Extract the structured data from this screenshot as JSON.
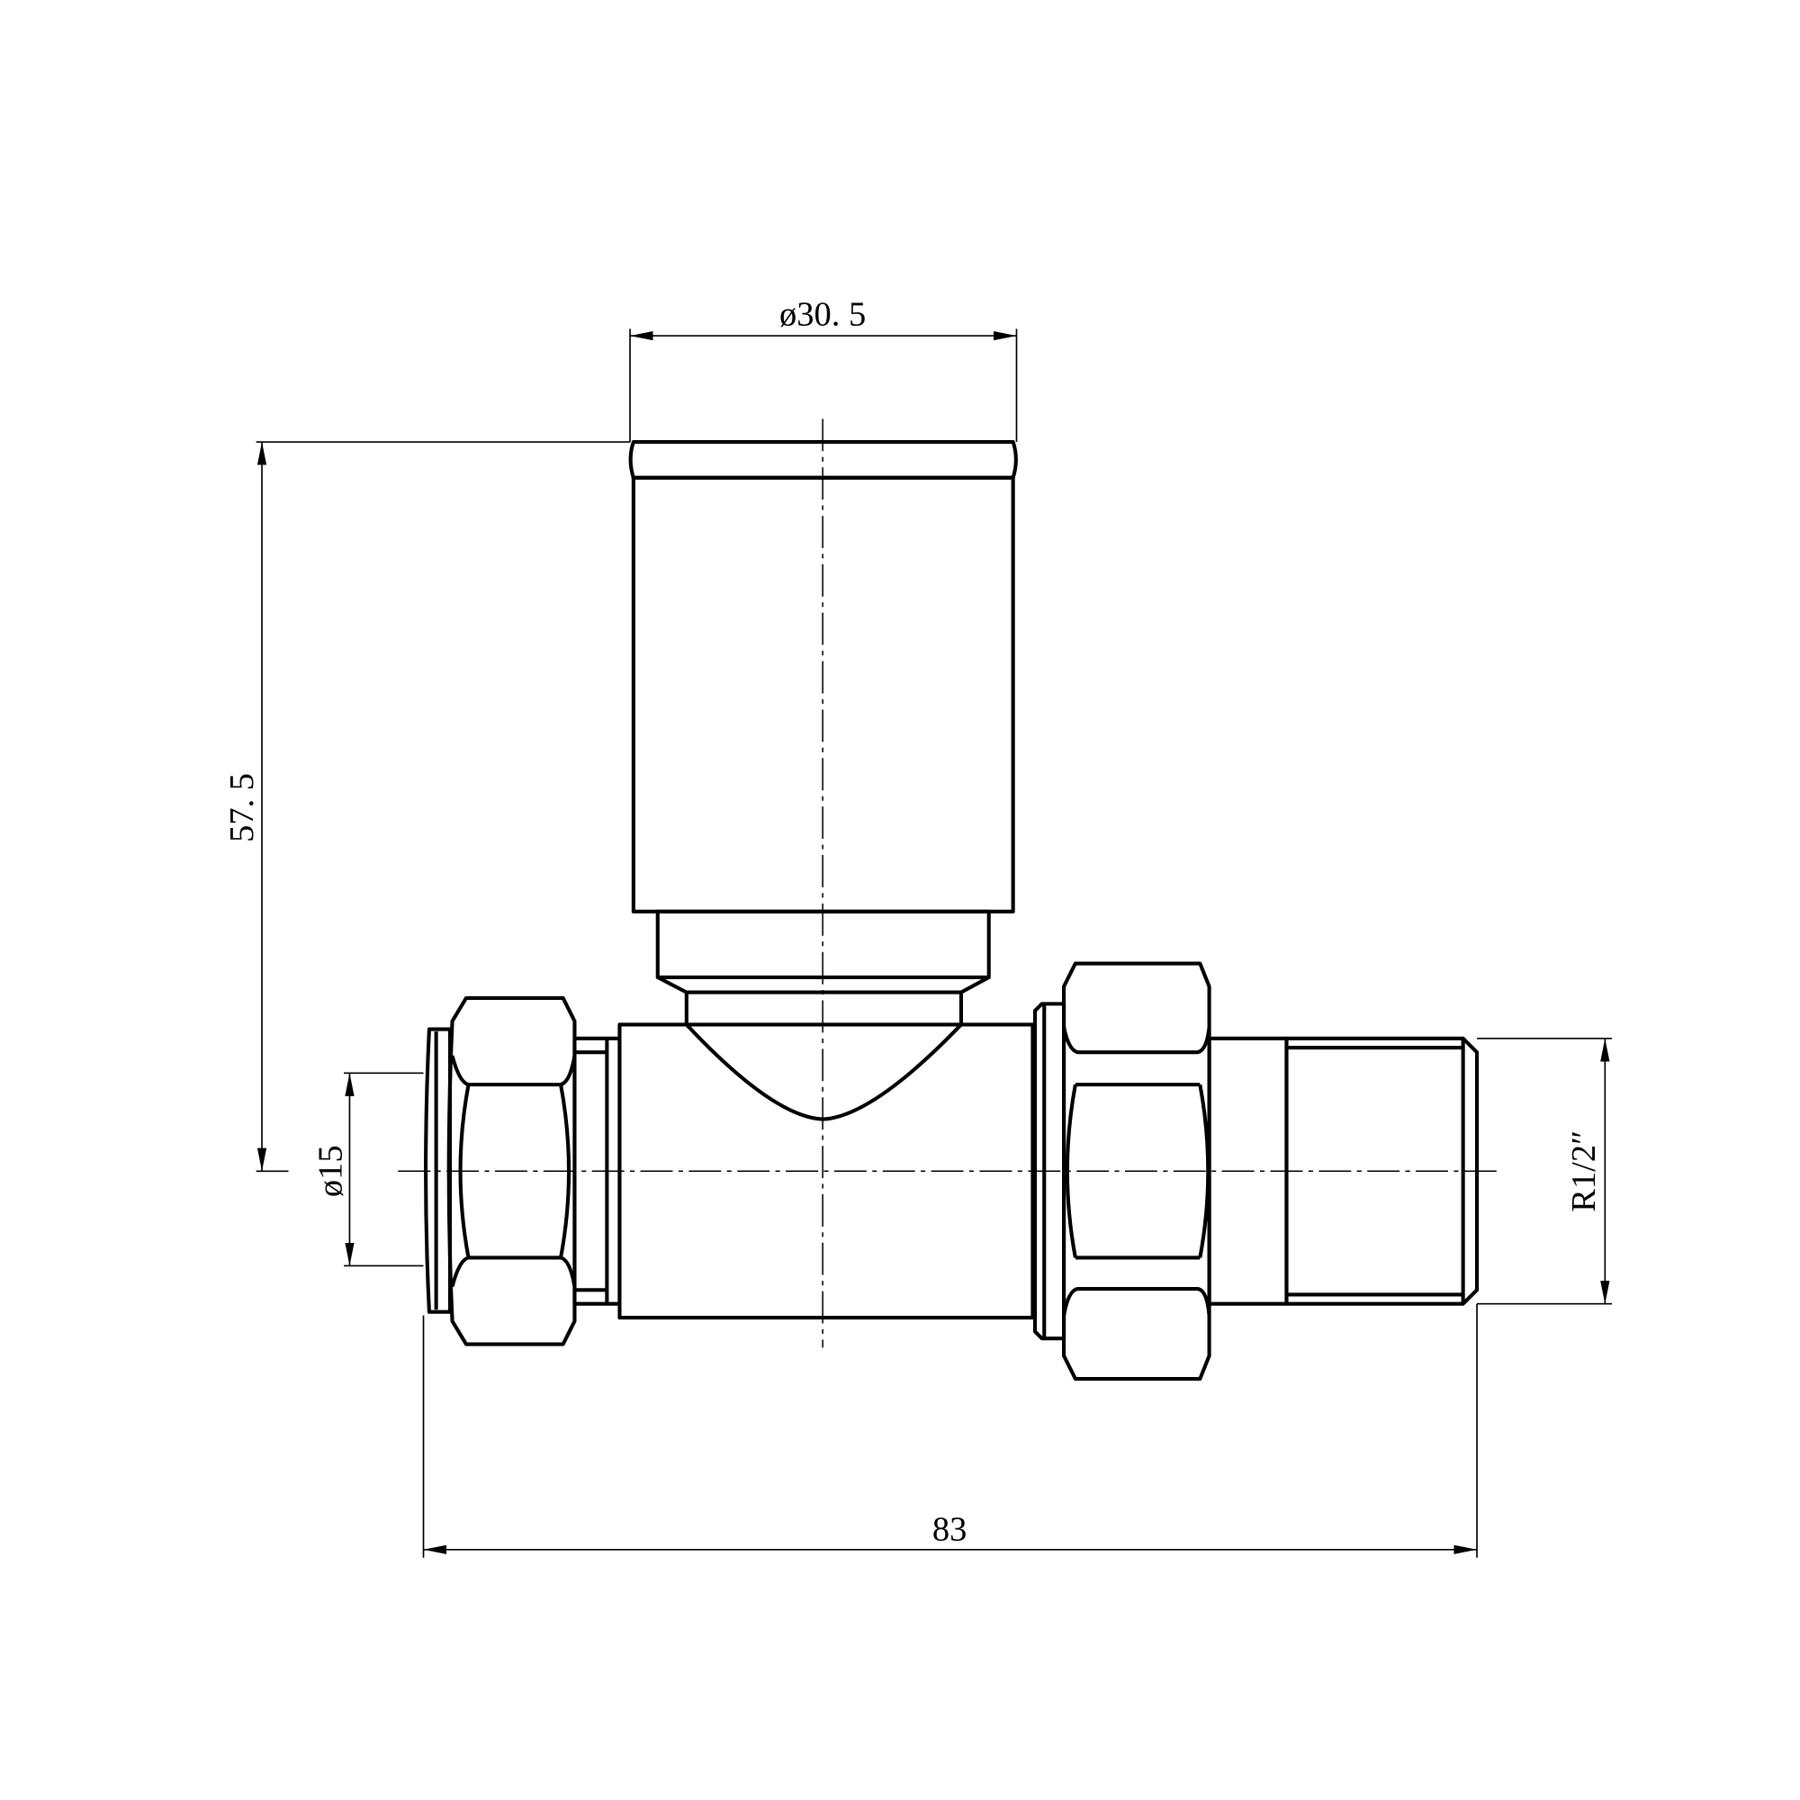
{
  "dimensions": {
    "head_diameter": "ø30. 5",
    "height": "57. 5",
    "pipe_diameter": "ø15",
    "thread": "R1/2″",
    "overall_length": "83"
  },
  "colors": {
    "line": "#000000",
    "background": "#ffffff"
  }
}
